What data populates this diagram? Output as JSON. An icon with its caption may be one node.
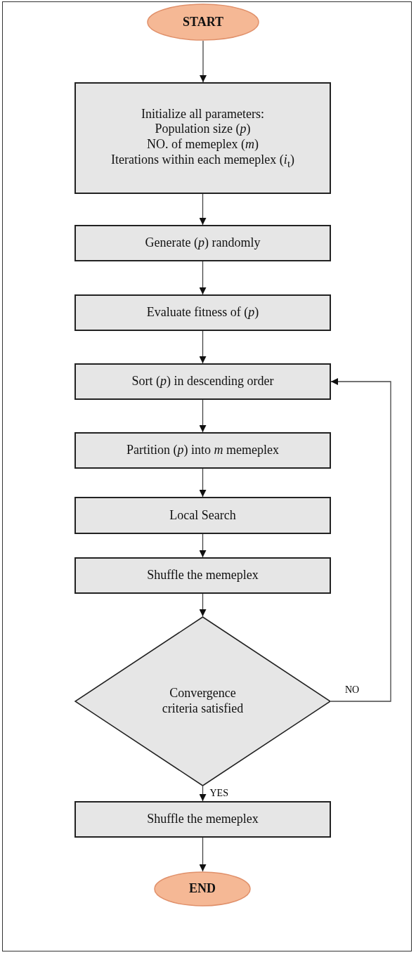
{
  "diagram": {
    "nodes": [
      {
        "text": [
          "START"
        ]
      },
      {
        "text": [
          "Initialize all parameters:",
          "Population size (*p*)",
          "NO. of memeplex (*m*)",
          "Iterations within each memeplex (*i*$_{t}$)"
        ]
      },
      {
        "text": [
          "Generate (*p*) randomly"
        ]
      },
      {
        "text": [
          "Evaluate fitness of (*p*)"
        ]
      },
      {
        "text": [
          "Sort (*p*) in descending order"
        ]
      },
      {
        "text": [
          "Partition (*p*) into *m* memeplex"
        ]
      },
      {
        "text": [
          "Local Search"
        ]
      },
      {
        "text": [
          "Shuffle the memeplex"
        ]
      },
      {
        "text": [
          "Convergence criteria satisfied"
        ]
      },
      {
        "text": [
          "Shuffle the memeplex"
        ]
      },
      {
        "text": [
          "END"
        ]
      }
    ],
    "edges": [
      {
        "from": 0,
        "to": 1,
        "arrow": "to"
      },
      {
        "from": 1,
        "to": 2,
        "arrow": "to"
      },
      {
        "from": 2,
        "to": 3,
        "arrow": "to"
      },
      {
        "from": 3,
        "to": 4,
        "arrow": "to"
      },
      {
        "from": 4,
        "to": 5,
        "arrow": "to"
      },
      {
        "from": 5,
        "to": 6,
        "arrow": "to"
      },
      {
        "from": 6,
        "to": 7,
        "arrow": "to"
      },
      {
        "from": 7,
        "to": 8,
        "arrow": "to"
      },
      {
        "from": 8,
        "to": 4,
        "arrow": "to",
        "label": "NO"
      },
      {
        "from": 8,
        "to": 9,
        "arrow": "to",
        "label": "YES"
      },
      {
        "from": 9,
        "to": 10,
        "arrow": "to"
      }
    ]
  }
}
